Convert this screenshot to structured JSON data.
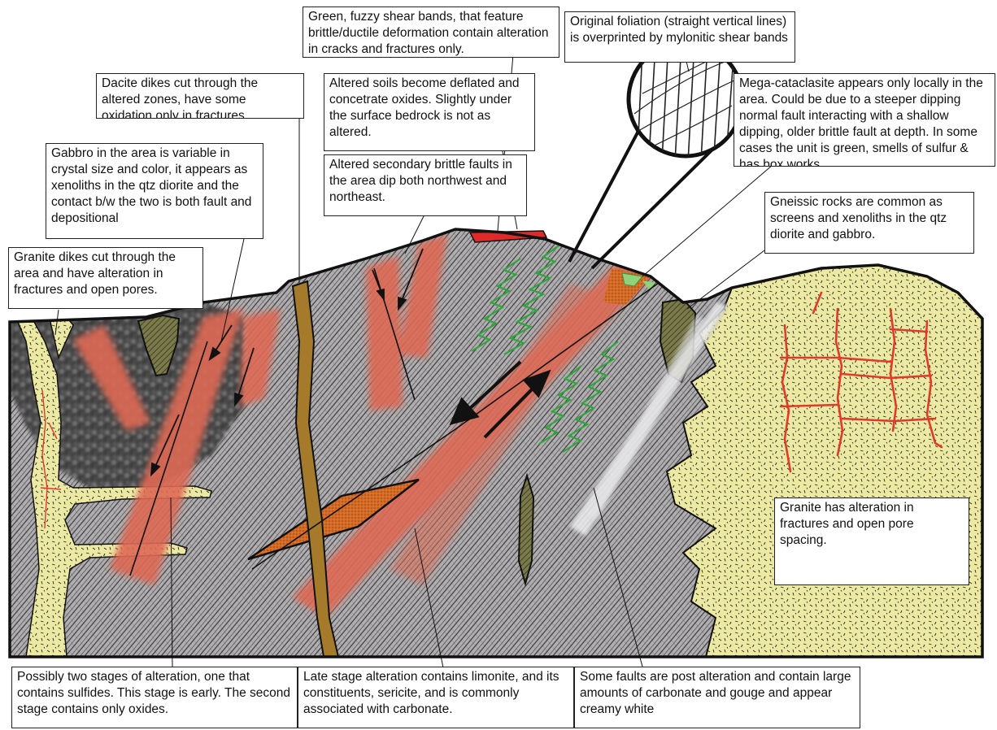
{
  "colors": {
    "granite": "#ece9a3",
    "gabbro": "#55553a",
    "diorite_base": "#b0aeb0",
    "dark_zone": "#3b3b3b",
    "alteration": "#e06a55",
    "dacite_dike": "#a57a2a",
    "shear_band": "#2fa43a",
    "soil_oxide": "#e02a2a",
    "carbonate": "#d46a24",
    "gouge": "#e9e9ec",
    "cataclasite_green": "#8fd47b"
  },
  "annotations": {
    "shear_bands": "Green, fuzzy shear bands, that feature brittle/ductile deformation contain alteration in cracks and fractures only.",
    "foliation": "Original foliation (straight vertical lines) is overprinted by mylonitic shear bands",
    "dacite": "Dacite dikes cut through the altered zones, have some oxidation only in fractures.",
    "soils": "Altered soils become deflated and concetrate oxides. Slightly under the surface bedrock is not as altered.",
    "cataclasite": "Mega-cataclasite appears only locally in the area. Could be due to a steeper dipping normal fault interacting with a shallow dipping, older brittle fault at depth. In some cases the unit is green, smells of sulfur & has box works.",
    "gabbro": "Gabbro in the area is variable in crystal size and color, it appears as xenoliths in the qtz diorite and the contact b/w the two is both fault and depositional",
    "secondary_faults": "Altered secondary brittle faults in the area dip both northwest and northeast.",
    "gneissic": "Gneissic rocks are common as screens and xenoliths in the qtz diorite and gabbro.",
    "granite_dikes": "Granite dikes cut through the area and have alteration in fractures and open pores.",
    "granite_alteration": "Granite has alteration in fractures and open pore spacing.",
    "two_stages": "Possibly two stages of alteration, one that contains sulfides. This stage is early. The second stage contains only oxides.",
    "late_stage": "Late stage alteration contains limonite, and its constituents, sericite, and is commonly associated with carbonate.",
    "post_faults": "Some faults are post alteration and contain large amounts of carbonate and gouge and appear creamy white"
  }
}
